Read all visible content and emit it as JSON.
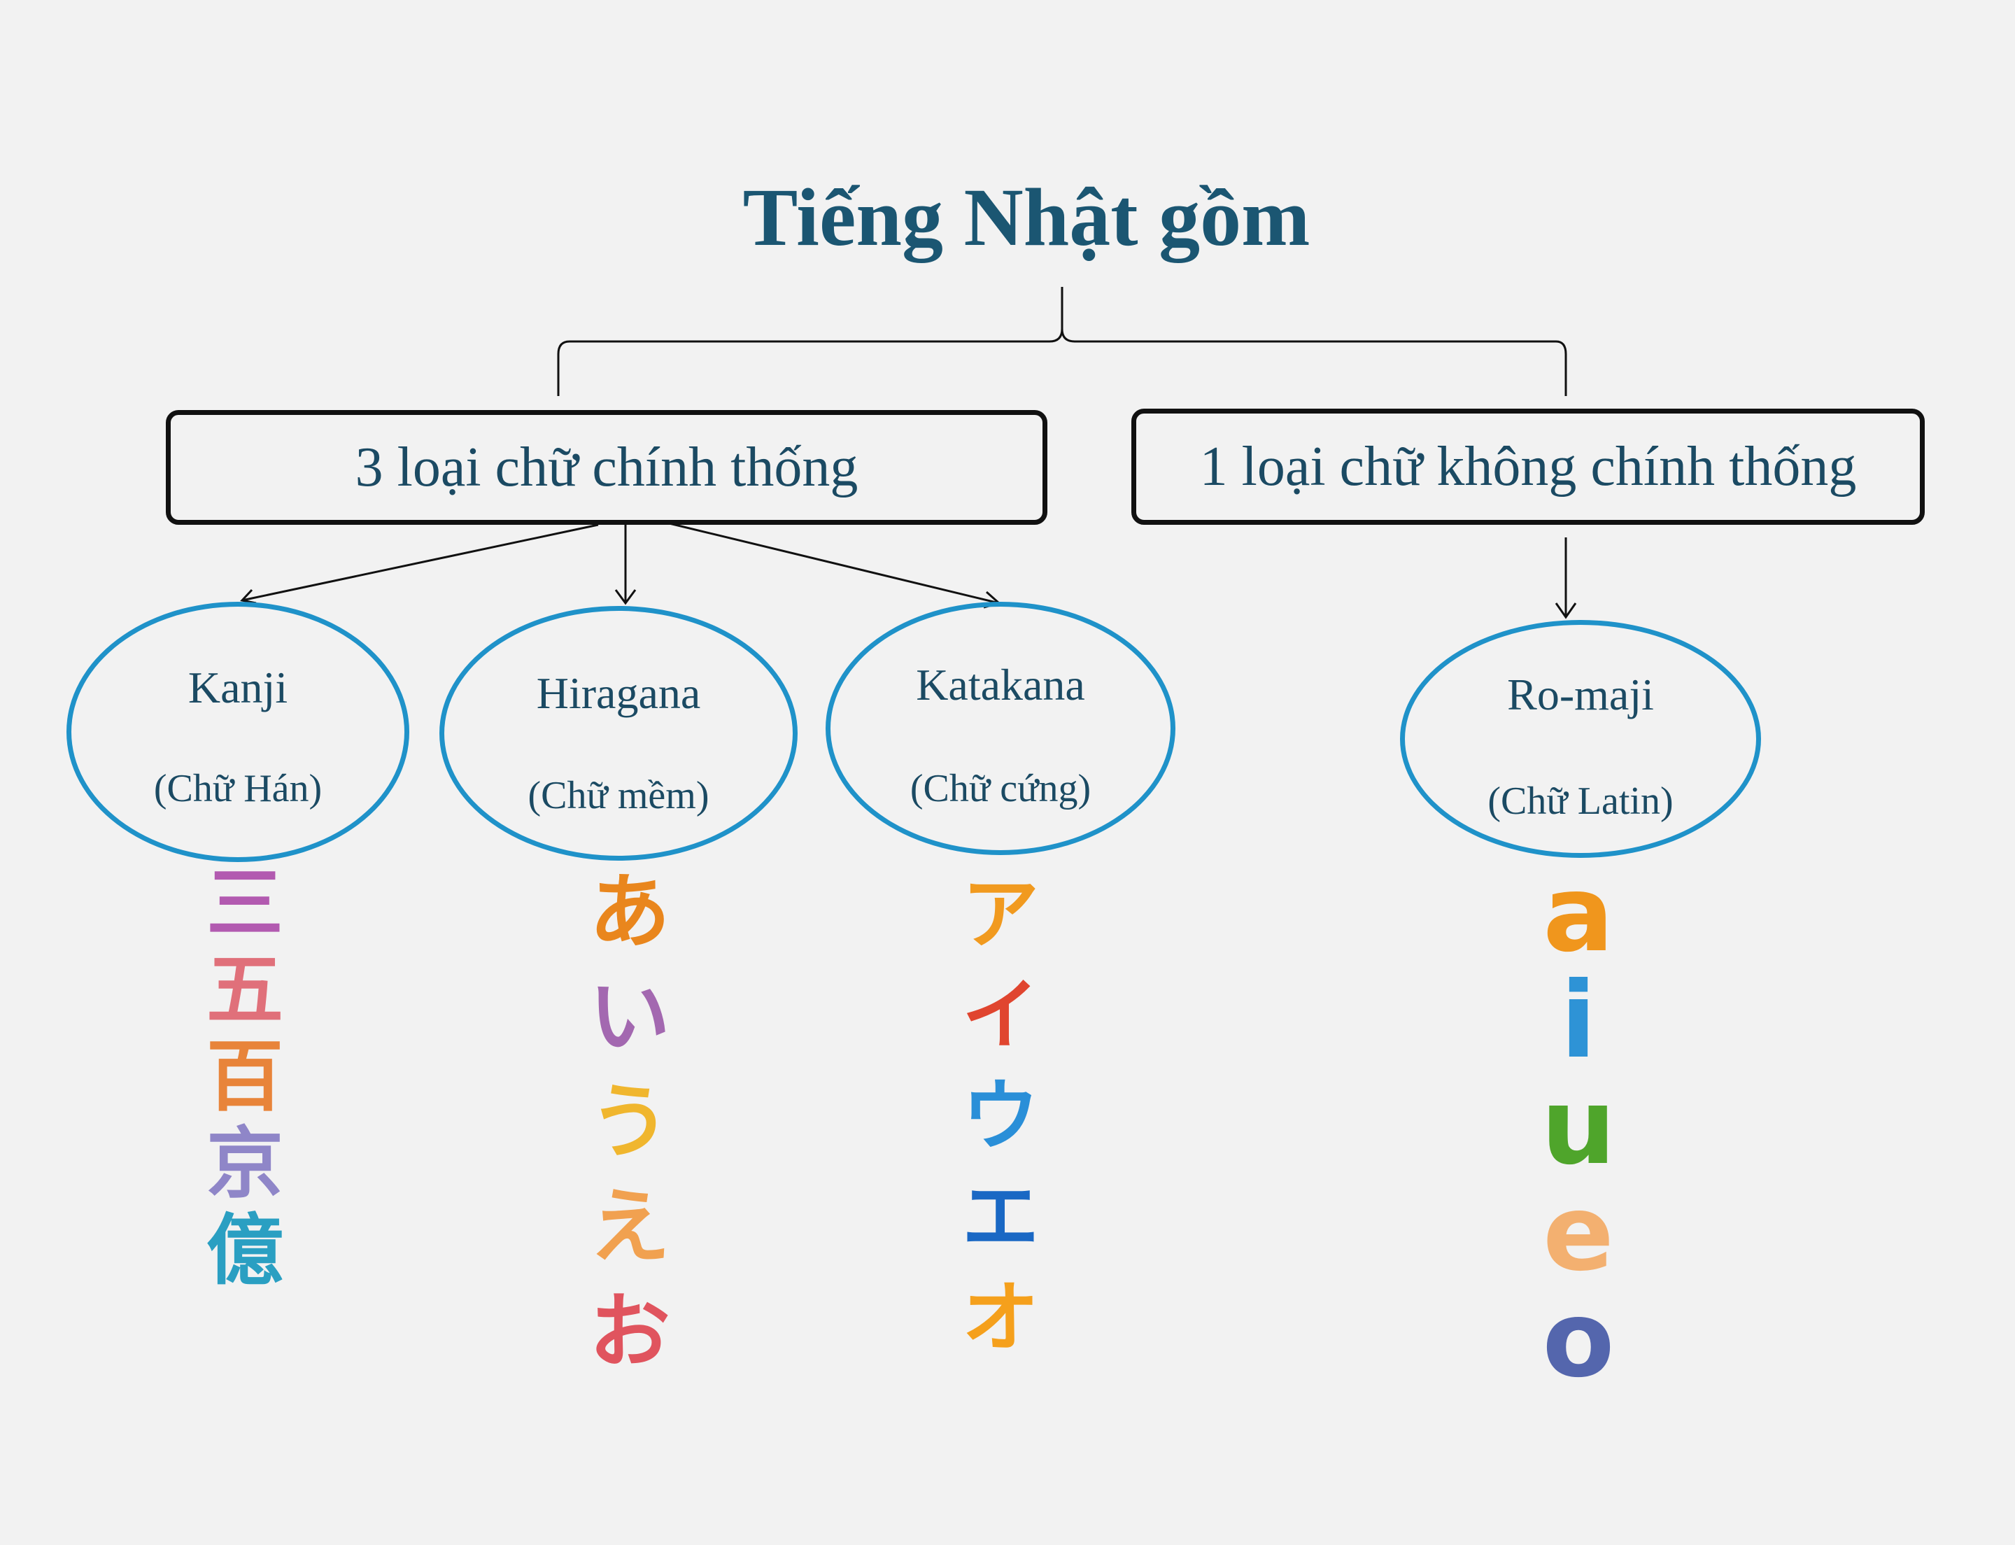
{
  "title": "Tiếng Nhật gồm",
  "categories": [
    {
      "label": "3 loại chữ chính thống"
    },
    {
      "label": "1 loại chữ không chính thống"
    }
  ],
  "scripts": [
    {
      "name": "Kanji",
      "note": "(Chữ Hán)",
      "glyphs": [
        "三",
        "五",
        "百",
        "京",
        "億"
      ],
      "colors": [
        "#b25ab0",
        "#e0707a",
        "#e8843a",
        "#8f86c8",
        "#2a9fc2"
      ]
    },
    {
      "name": "Hiragana",
      "note": "(Chữ mềm)",
      "glyphs": [
        "あ",
        "い",
        "う",
        "え",
        "お"
      ],
      "colors": [
        "#e9861d",
        "#a368b0",
        "#f0b62e",
        "#f1a150",
        "#e0545e"
      ]
    },
    {
      "name": "Katakana",
      "note": "(Chữ cứng)",
      "glyphs": [
        "ア",
        "イ",
        "ウ",
        "エ",
        "オ"
      ],
      "colors": [
        "#f19a1f",
        "#e0452f",
        "#2a8fd8",
        "#1a68c4",
        "#f5a01c"
      ]
    },
    {
      "name": "Ro-maji",
      "note": "(Chữ Latin)",
      "glyphs": [
        "a",
        "i",
        "u",
        "e",
        "o"
      ],
      "colors": [
        "#f0961d",
        "#2e93d6",
        "#4fa52b",
        "#f3b070",
        "#5466ad"
      ]
    }
  ]
}
